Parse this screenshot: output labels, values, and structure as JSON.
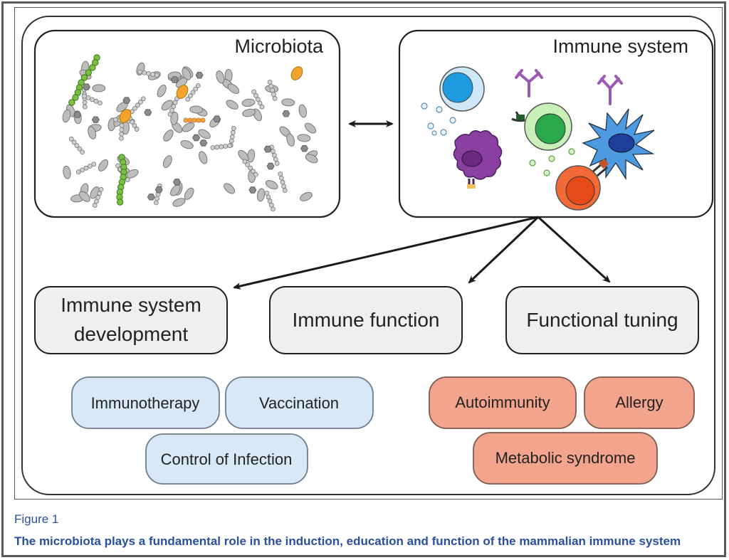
{
  "figure": {
    "panel_microbiota": "Microbiota",
    "panel_immune": "Immune system",
    "outcomes": [
      {
        "id": "dev",
        "lines": [
          "Immune system",
          "development"
        ]
      },
      {
        "id": "func",
        "lines": [
          "Immune function"
        ]
      },
      {
        "id": "tune",
        "lines": [
          "Functional tuning"
        ]
      }
    ],
    "benefits": [
      "Immunotherapy",
      "Vaccination",
      "Control of Infection"
    ],
    "disorders": [
      "Autoimmunity",
      "Allergy",
      "Metabolic syndrome"
    ],
    "colors": {
      "benefit_fill": "#d8e8f6",
      "disorder_fill": "#f2a48d",
      "outcome_fill": "#efefef",
      "bacteria_gray": "#aaaaaa",
      "bacteria_green": "#7ac043",
      "bacteria_orange": "#f3a52b",
      "cell_blue": "#1e9be0",
      "cell_green": "#2aa84a",
      "cell_purple": "#8b3fa0",
      "cell_red": "#e8501f",
      "cell_lightblue": "#4d9ae0"
    }
  },
  "caption": {
    "label": "Figure 1",
    "title": "The microbiota plays a fundamental role in the induction, education and function of the mammalian immune system"
  }
}
